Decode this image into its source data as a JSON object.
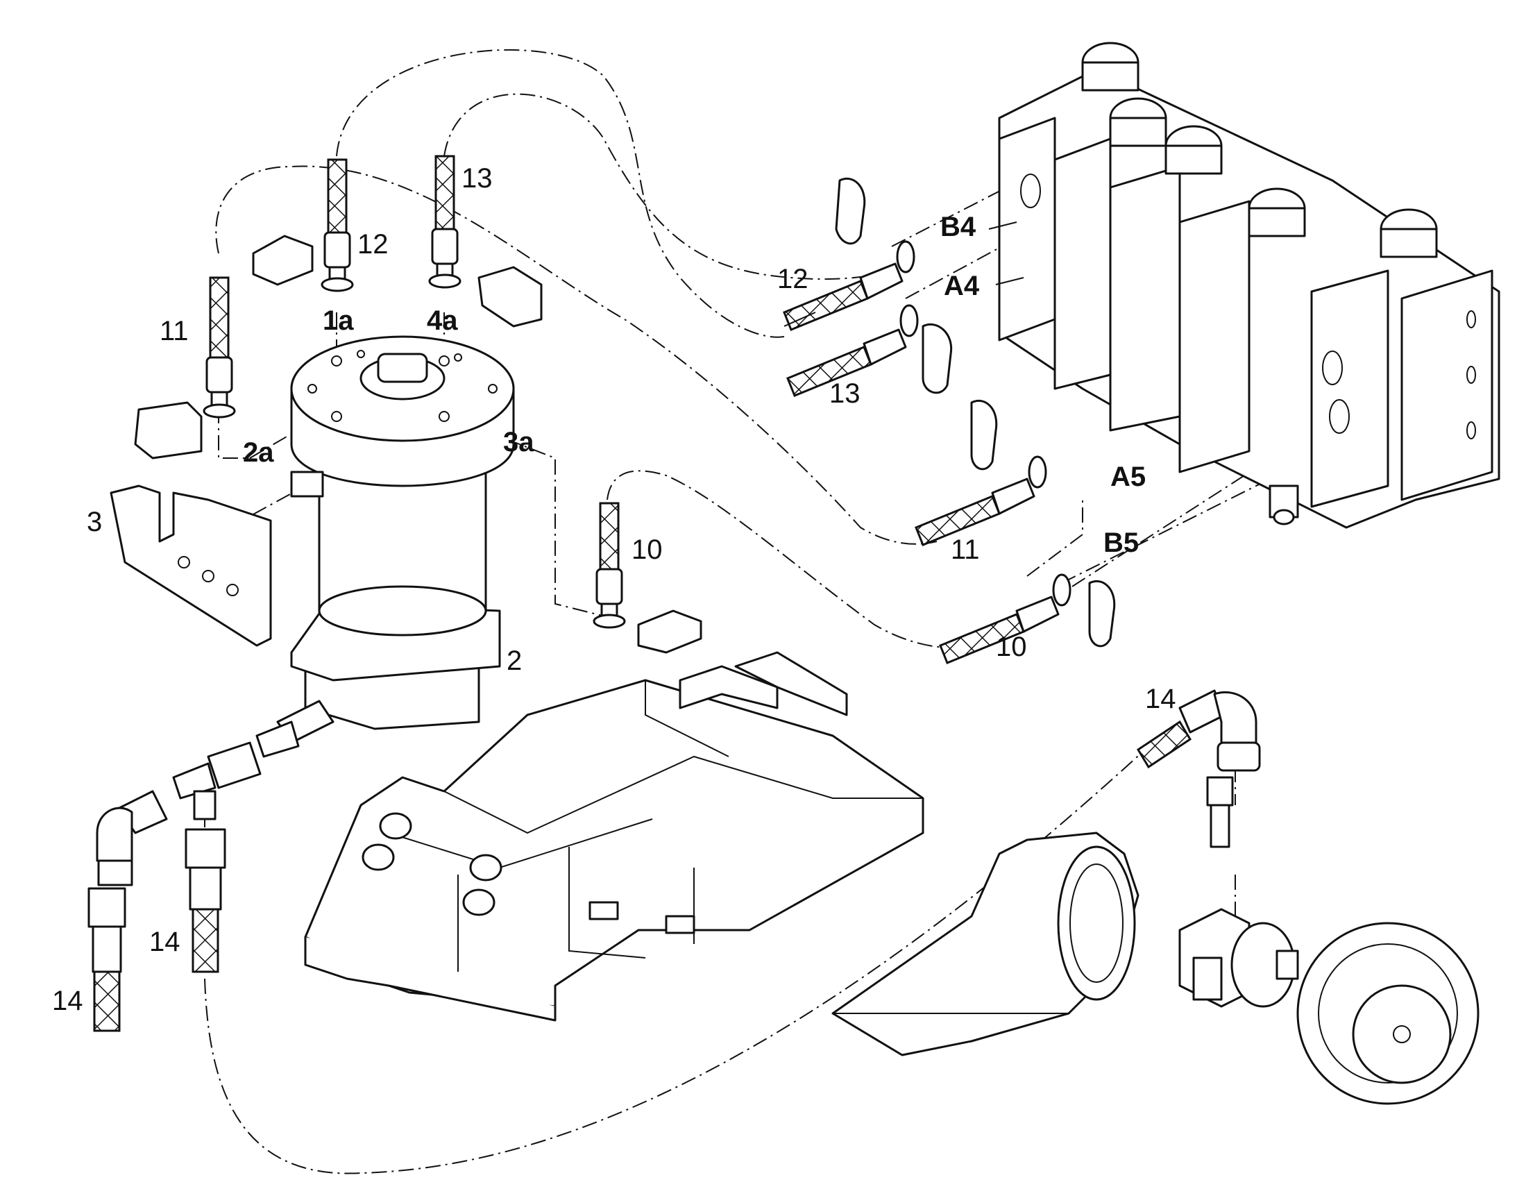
{
  "labels": {
    "p1a": "1a",
    "p2a": "2a",
    "p3a": "3a",
    "p4a": "4a",
    "p2": "2",
    "p3": "3",
    "p10a": "10",
    "p10b": "10",
    "p11a": "11",
    "p11b": "11",
    "p12a": "12",
    "p12b": "12",
    "p13a": "13",
    "p13b": "13",
    "p14a": "14",
    "p14b": "14",
    "p14c": "14",
    "A4": "A4",
    "B4": "B4",
    "A5": "A5",
    "B5": "B5"
  }
}
